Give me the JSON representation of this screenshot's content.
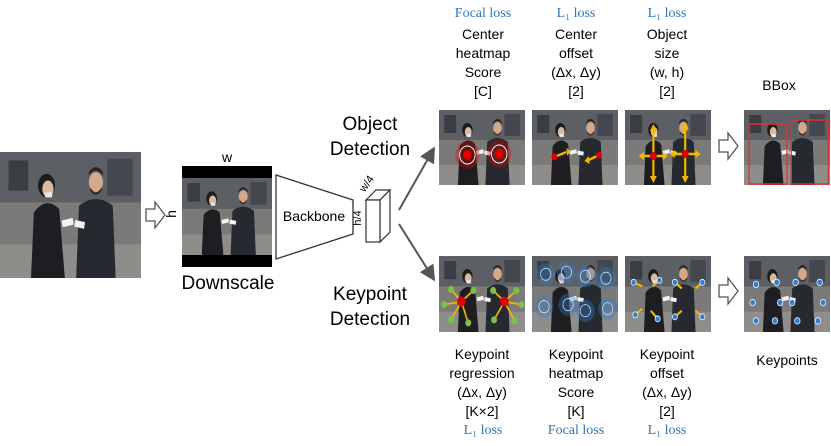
{
  "input": {
    "downscale_label": "Downscale",
    "w_label": "w",
    "h_label": "h"
  },
  "backbone": {
    "label": "Backbone",
    "w4_label": "w/4",
    "h4_label": "h/4"
  },
  "branches": {
    "object": {
      "line1": "Object",
      "line2": "Detection"
    },
    "keypoint": {
      "line1": "Keypoint",
      "line2": "Detection"
    }
  },
  "object_heads": [
    {
      "loss": "Focal loss",
      "l1": "Center",
      "l2": "heatmap",
      "l3": "Score",
      "l4": "[C]"
    },
    {
      "loss": "L₁ loss",
      "l1": "Center",
      "l2": "offset",
      "l3": "(Δx, Δy)",
      "l4": "[2]"
    },
    {
      "loss": "L₁ loss",
      "l1": "Object",
      "l2": "size",
      "l3": "(w, h)",
      "l4": "[2]"
    }
  ],
  "keypoint_heads": [
    {
      "loss": "L₁ loss",
      "l1": "Keypoint",
      "l2": "regression",
      "l3": "(Δx, Δy)",
      "l4": "[K×2]"
    },
    {
      "loss": "Focal loss",
      "l1": "Keypoint",
      "l2": "heatmap",
      "l3": "Score",
      "l4": "[K]"
    },
    {
      "loss": "L₁ loss",
      "l1": "Keypoint",
      "l2": "offset",
      "l3": "(Δx, Δy)",
      "l4": "[2]"
    }
  ],
  "outputs": {
    "bbox": "BBox",
    "keypoints": "Keypoints"
  },
  "colors": {
    "loss": "#2e75b6",
    "center": "#e00000",
    "arrow": "#f5b800",
    "keypoint": "#2f7fd0",
    "bbox": "#e03030"
  }
}
